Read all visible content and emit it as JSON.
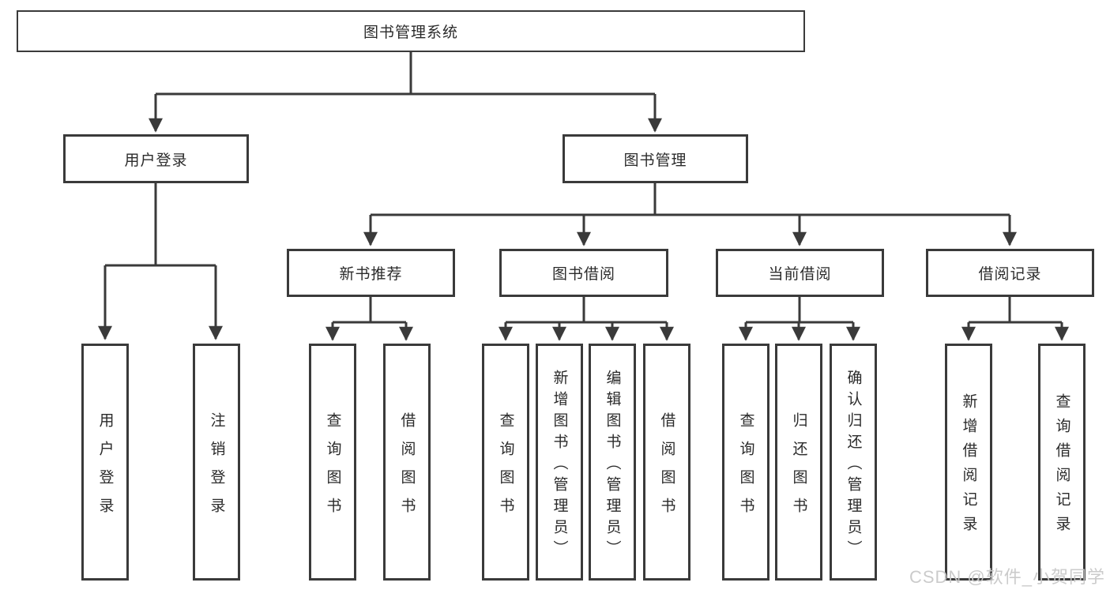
{
  "tree": {
    "root": {
      "label": "图书管理系统"
    },
    "login": {
      "label": "用户登录",
      "leaves": [
        "用户登录",
        "注销登录"
      ]
    },
    "mgmt": {
      "label": "图书管理",
      "groups": [
        {
          "label": "新书推荐",
          "leaves": [
            "查询图书",
            "借阅图书"
          ]
        },
        {
          "label": "图书借阅",
          "leaves": [
            "查询图书",
            "新增图书（管理员）",
            "编辑图书（管理员）",
            "借阅图书"
          ]
        },
        {
          "label": "当前借阅",
          "leaves": [
            "查询图书",
            "归还图书",
            "确认归还（管理员）"
          ]
        },
        {
          "label": "借阅记录",
          "leaves": [
            "新增借阅记录",
            "查询借阅记录"
          ]
        }
      ]
    }
  },
  "watermark": {
    "text": "CSDN @软件_小贺同学"
  },
  "colors": {
    "line": "#3a3a3a",
    "box_border": "#3a3a3a",
    "text": "#2b2b2b",
    "background": "#ffffff",
    "watermark": "#c9c9c9"
  }
}
